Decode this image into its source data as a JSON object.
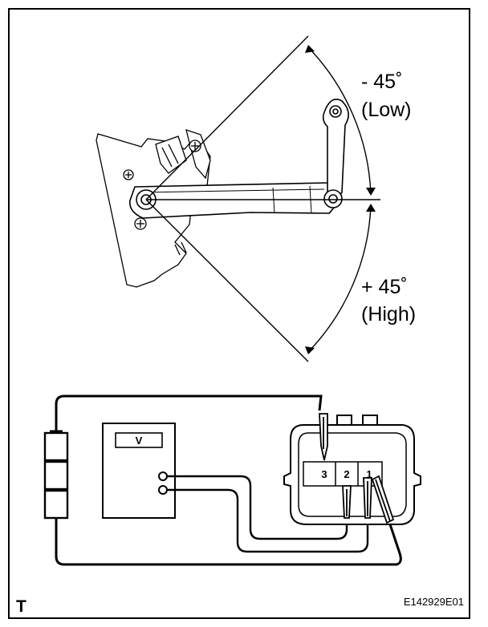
{
  "labels": {
    "low_angle": "- 45˚",
    "low_text": "(Low)",
    "high_angle": "+ 45˚",
    "high_text": "(High)",
    "meter": "V",
    "pin3": "3",
    "pin2": "2",
    "pin1": "1",
    "corner": "T",
    "figure_id": "E142929E01"
  }
}
